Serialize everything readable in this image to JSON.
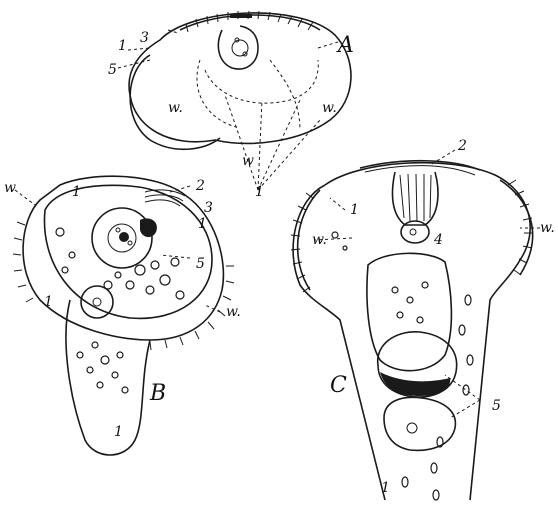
{
  "figure": {
    "panels": [
      {
        "id": "A",
        "name": "A",
        "labels": [
          "1",
          "3",
          "5",
          "w.",
          "w.",
          "w",
          "1"
        ]
      },
      {
        "id": "B",
        "name": "B",
        "labels": [
          "w",
          "1",
          "2",
          "3",
          "1",
          "5",
          "1",
          "w.",
          "1"
        ]
      },
      {
        "id": "C",
        "name": "C",
        "labels": [
          "2",
          "1",
          "w.",
          "w.",
          "4",
          "5",
          "1"
        ]
      }
    ]
  }
}
